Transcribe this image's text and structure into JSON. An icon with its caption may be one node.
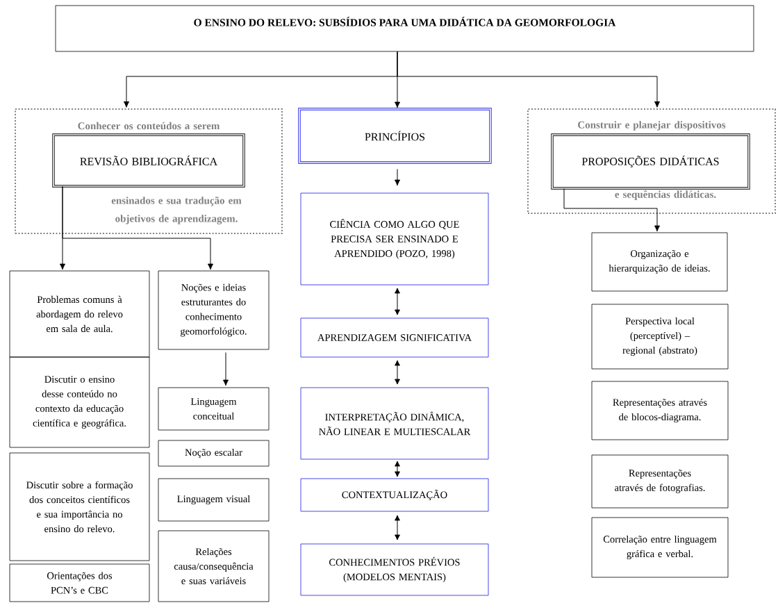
{
  "diagram": {
    "nodes": [
      {
        "text": [
          "O ENSINO DO RELEVO: SUBSÍDIOS PARA UMA DIDÁTICA DA GEOMORFOLOGIA"
        ]
      },
      {
        "text": [
          "Conhecer os conteúdos a serem",
          "ensinados e sua tradução em objetivos de aprendizagem."
        ]
      },
      {
        "text": [
          "REVISÃO BIBLIOGRÁFICA"
        ],
        "in": 1
      },
      {
        "text": [
          "PRINCÍPIOS"
        ]
      },
      {
        "text": [
          "Construir e planejar dispositivos",
          "e sequências didáticas."
        ]
      },
      {
        "text": [
          "PROPOSIÇÕES DIDÁTICAS"
        ],
        "in": 4
      },
      {
        "text": [
          "Problemas comuns à abordagem do relevo em sala de aula."
        ]
      },
      {
        "text": [
          "Discutir o ensino desse conteúdo no contexto da educação científica e geográfica."
        ]
      },
      {
        "text": [
          "Discutir sobre a formação dos conceitos científicos e sua importância no ensino do relevo."
        ]
      },
      {
        "text": [
          "Orientações dos PCN’s e CBC"
        ]
      },
      {
        "text": [
          "Noções e ideias estruturantes do conhecimento geomorfológico."
        ]
      },
      {
        "text": [
          "Linguagem conceitual"
        ]
      },
      {
        "text": [
          "Noção escalar"
        ]
      },
      {
        "text": [
          "Linguagem visual"
        ]
      },
      {
        "text": [
          "Relações causa/consequência e suas variáveis"
        ]
      },
      {
        "text": [
          "CIÊNCIA COMO ALGO QUE PRECISA SER ENSINADO E APRENDIDO (POZO, 1998)"
        ]
      },
      {
        "text": [
          "APRENDIZAGEM SIGNIFICATIVA"
        ]
      },
      {
        "text": [
          "INTERPRETAÇÃO DINÂMICA, NÃO LINEAR E MULTIESCALAR"
        ]
      },
      {
        "text": [
          "CONTEXTUALIZAÇÃO"
        ]
      },
      {
        "text": [
          "CONHECIMENTOS PRÉVIOS (MODELOS MENTAIS)"
        ]
      },
      {
        "text": [
          "Organização e hierarquização de ideias."
        ]
      },
      {
        "text": [
          "Perspectiva local (perceptível) – regional (abstrato)"
        ]
      },
      {
        "text": [
          "Representações através de blocos-diagrama."
        ]
      },
      {
        "text": [
          "Representações através de fotografias."
        ]
      },
      {
        "text": [
          "Correlação entre linguagem gráfica e verbal."
        ]
      }
    ],
    "edges": [
      {
        "from": 0,
        "to": 1,
        "arrow": "to"
      },
      {
        "from": 0,
        "to": 3,
        "arrow": "to"
      },
      {
        "from": 0,
        "to": 4,
        "arrow": "to"
      },
      {
        "from": 2,
        "to": 6,
        "arrow": "to"
      },
      {
        "from": 2,
        "to": 10,
        "arrow": "to"
      },
      {
        "from": 3,
        "to": 15,
        "arrow": "to"
      },
      {
        "from": 5,
        "to": 20,
        "arrow": "to"
      },
      {
        "from": 10,
        "to": 11,
        "arrow": "to"
      },
      {
        "from": 15,
        "to": 16,
        "arrow": "both"
      },
      {
        "from": 16,
        "to": 17,
        "arrow": "both"
      },
      {
        "from": 17,
        "to": 18,
        "arrow": "both"
      },
      {
        "from": 18,
        "to": 19,
        "arrow": "both"
      }
    ]
  }
}
